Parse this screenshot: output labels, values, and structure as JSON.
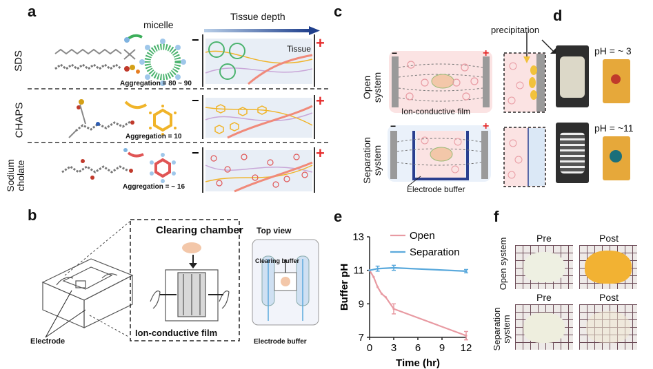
{
  "panels": {
    "a": {
      "letter": "a",
      "header_micelle": "micelle",
      "header_depth": "Tissue depth",
      "tissue": "Tissue",
      "rows": [
        {
          "name": "SDS",
          "aggregation": "Aggregation = 80 ~ 90"
        },
        {
          "name": "CHAPS",
          "aggregation": "Aggregation = 10"
        },
        {
          "name": "Sodium cholate",
          "aggregation": "Aggregation = ~ 16"
        }
      ]
    },
    "b": {
      "letter": "b",
      "chamber_title": "Clearing chamber",
      "top_view": "Top view",
      "clearing_buffer": "Clearing buffer",
      "ion_film": "Ion-conductive film",
      "electrode": "Electrode",
      "electrode_buffer": "Electrode buffer"
    },
    "c": {
      "letter": "c",
      "precipitation": "precipitation",
      "open_system": "Open system",
      "separation_system": "Separation system",
      "ion_film": "Ion-conductive film",
      "electrode_buffer": "Electrode buffer"
    },
    "d": {
      "letter": "d",
      "ph_open": "pH = ~ 3",
      "ph_sep": "pH = ~11"
    },
    "e": {
      "letter": "e"
    },
    "f": {
      "letter": "f",
      "pre": "Pre",
      "post": "Post",
      "open_system": "Open system",
      "separation_system": "Separation system"
    }
  },
  "chart_data": {
    "type": "line",
    "xlabel": "Time (hr)",
    "ylabel": "Buffer pH",
    "xlim": [
      0,
      12
    ],
    "ylim": [
      7,
      13
    ],
    "xticks": [
      "0",
      "3",
      "6",
      "9",
      "12"
    ],
    "yticks": [
      "7",
      "9",
      "11",
      "13"
    ],
    "legend_position": "top-right",
    "series": [
      {
        "name": "Open",
        "color": "#e89aa2",
        "x": [
          0,
          0.5,
          1,
          1.5,
          2,
          3,
          12
        ],
        "y": [
          11.0,
          10.6,
          10.0,
          9.6,
          9.4,
          8.7,
          7.1
        ],
        "err": [
          0,
          0,
          0,
          0,
          0,
          0.3,
          0.25
        ]
      },
      {
        "name": "Separation",
        "color": "#5aa9dc",
        "x": [
          0,
          1,
          3,
          12
        ],
        "y": [
          11.0,
          11.1,
          11.15,
          10.95
        ],
        "err": [
          0,
          0.15,
          0.15,
          0.1
        ]
      }
    ]
  },
  "colors": {
    "pink": "#e89aa2",
    "blue": "#5aa9dc",
    "red": "#e52b2b",
    "navy": "#2b3f8f"
  }
}
